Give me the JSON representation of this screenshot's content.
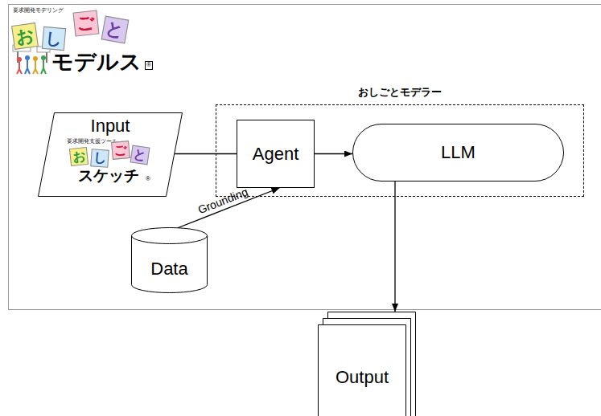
{
  "diagram": {
    "nodes": [
      {
        "text": [
          "おしごとモデラー"
        ]
      },
      {
        "text": [
          "Input",
          "要求開発支援ツール",
          "お",
          "し",
          "ご",
          "と",
          "スケッチ",
          "®"
        ]
      },
      {
        "text": [
          "Agent"
        ],
        "in": 0
      },
      {
        "text": [
          "LLM"
        ],
        "in": 0
      },
      {
        "text": [
          "Data"
        ]
      },
      {
        "text": [
          "Output"
        ]
      }
    ],
    "edges": [
      {
        "from": 1,
        "to": 2,
        "arrow": "none"
      },
      {
        "from": 2,
        "to": 3,
        "arrow": "to"
      },
      {
        "from": 4,
        "to": 2,
        "arrow": "to",
        "label": "Grounding"
      },
      {
        "from": 3,
        "to": 5,
        "arrow": "to"
      }
    ],
    "labels": [
      "要求開発モデリング",
      "お",
      "し",
      "ご",
      "と",
      "モデルス",
      "®"
    ]
  }
}
